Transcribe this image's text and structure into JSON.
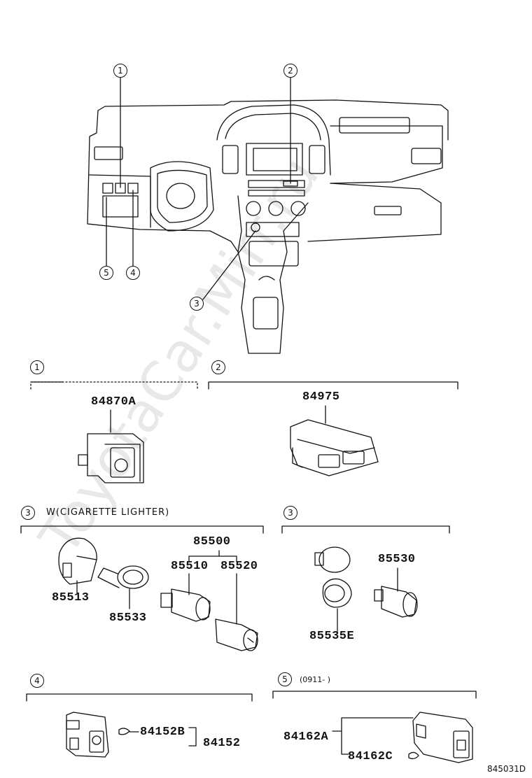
{
  "watermark": "ToyotaCar.Mirr.ru",
  "callouts": {
    "c1": "1",
    "c2": "2",
    "c3": "3",
    "c4": "4",
    "c5": "5"
  },
  "sections": {
    "s1": {
      "num": "1"
    },
    "s2": {
      "num": "2"
    },
    "s3a": {
      "num": "3",
      "title": "W(CIGARETTE LIGHTER)"
    },
    "s3b": {
      "num": "3"
    },
    "s4": {
      "num": "4"
    },
    "s5": {
      "num": "5",
      "note": "(0911-    )"
    }
  },
  "parts": {
    "p84870A": "84870A",
    "p84975": "84975",
    "p85500": "85500",
    "p85510": "85510",
    "p85520": "85520",
    "p85513": "85513",
    "p85533": "85533",
    "p85530": "85530",
    "p85535E": "85535E",
    "p84152B": "84152B",
    "p84152": "84152",
    "p84162A": "84162A",
    "p84162C": "84162C"
  },
  "figure_code": "845031D"
}
